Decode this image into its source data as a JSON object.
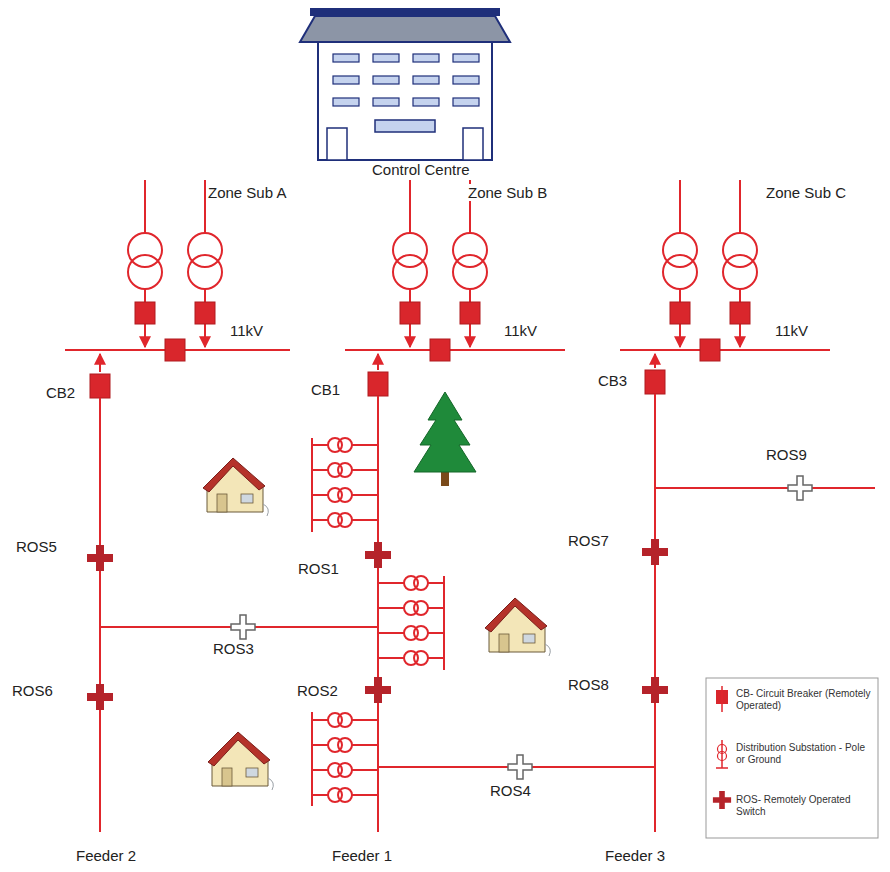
{
  "diagram": {
    "labels": [
      "Control Centre",
      "Zone Sub A",
      "Zone Sub B",
      "Zone Sub C",
      "11kV",
      "11kV",
      "11kV",
      "CB2",
      "CB1",
      "CB3",
      "ROS9",
      "ROS5",
      "ROS1",
      "ROS7",
      "ROS3",
      "ROS6",
      "ROS2",
      "ROS8",
      "ROS4",
      "Feeder 2",
      "Feeder 1",
      "Feeder 3"
    ],
    "legend": [
      {
        "text": "CB- Circuit Breaker (Remotely Operated)"
      },
      {
        "text": "Distribution Substation - Pole or Ground"
      },
      {
        "text": "ROS- Remotely Operated Switch"
      }
    ]
  }
}
